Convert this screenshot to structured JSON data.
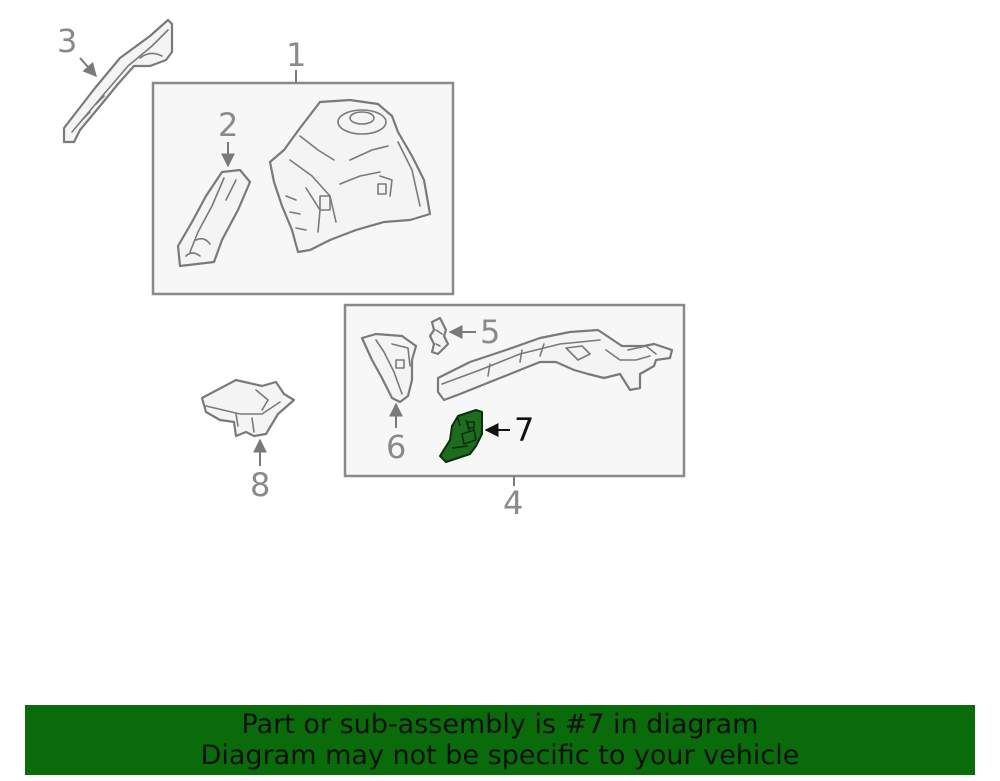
{
  "callouts": {
    "c1": "1",
    "c2": "2",
    "c3": "3",
    "c4": "4",
    "c5": "5",
    "c6": "6",
    "c7": "7",
    "c8": "8"
  },
  "highlighted_part": "7",
  "banner": {
    "line1": "Part or sub-assembly is #7 in diagram",
    "line2": "Diagram may not be specific to your vehicle"
  },
  "colors": {
    "banner_bg": "#0a6b0a",
    "highlight_fill": "#1f6b1f",
    "part_stroke": "#7a7a7a",
    "box_fill": "#f7f7f7"
  }
}
